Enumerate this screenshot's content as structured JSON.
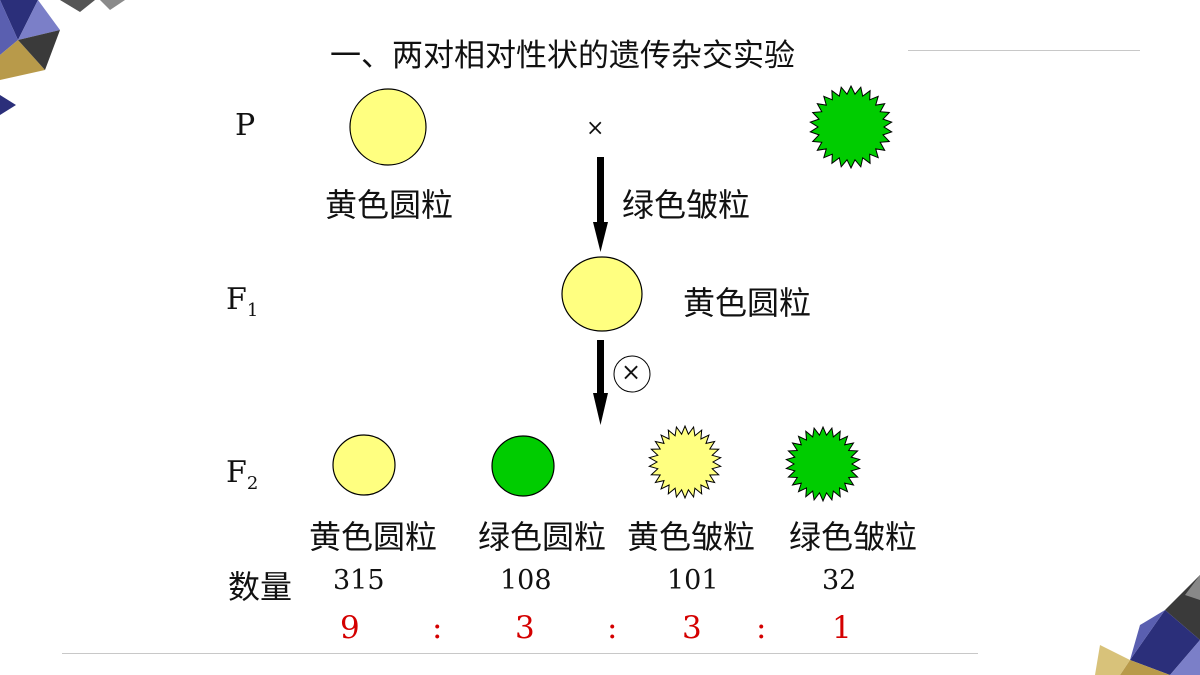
{
  "title": "一、两对相对性状的遗传杂交实验",
  "generations": {
    "p": "P",
    "f1_letter": "F",
    "f1_sub": "1",
    "f2_letter": "F",
    "f2_sub": "2"
  },
  "cross_symbol": "×",
  "self_cross_symbol": "×",
  "parent_labels": {
    "left": "黄色圆粒",
    "right": "绿色皱粒"
  },
  "f1_label": "黄色圆粒",
  "f2_phenotypes": [
    {
      "label": "黄色圆粒",
      "count": "315",
      "ratio": "9"
    },
    {
      "label": "绿色圆粒",
      "count": "108",
      "ratio": "3"
    },
    {
      "label": "黄色皱粒",
      "count": "101",
      "ratio": "3"
    },
    {
      "label": "绿色皱粒",
      "count": "32",
      "ratio": "1"
    }
  ],
  "count_label": "数量",
  "ratio_separator": ":",
  "colors": {
    "yellow": "#ffff80",
    "green": "#00cc00",
    "ratio_red": "#d40000"
  }
}
